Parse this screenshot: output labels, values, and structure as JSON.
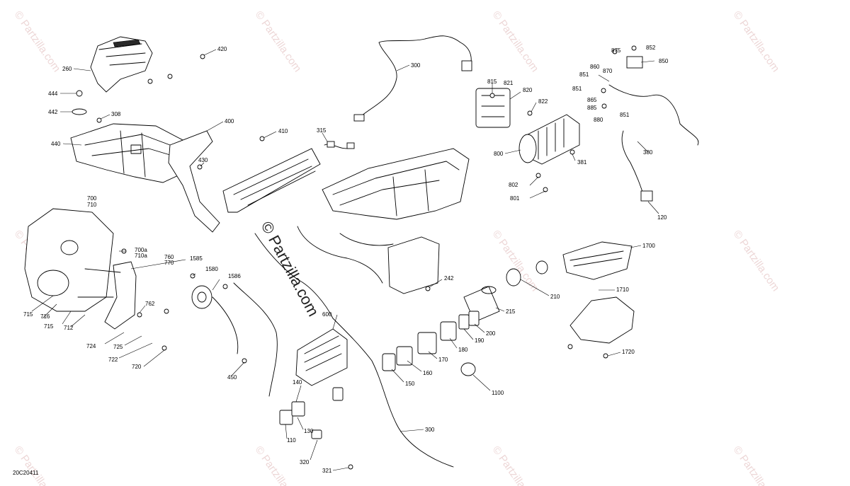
{
  "diagram": {
    "document_id": "20C20411",
    "watermark": "© Partzilla.com",
    "callouts": [
      {
        "id": "c260",
        "text": "260"
      },
      {
        "id": "c420",
        "text": "420"
      },
      {
        "id": "c444",
        "text": "444"
      },
      {
        "id": "c442",
        "text": "442"
      },
      {
        "id": "c308",
        "text": "308"
      },
      {
        "id": "c440",
        "text": "440"
      },
      {
        "id": "c400",
        "text": "400"
      },
      {
        "id": "c410",
        "text": "410"
      },
      {
        "id": "c430",
        "text": "430"
      },
      {
        "id": "c300a",
        "text": "300"
      },
      {
        "id": "c315",
        "text": "315"
      },
      {
        "id": "c815",
        "text": "815"
      },
      {
        "id": "c821",
        "text": "821"
      },
      {
        "id": "c820",
        "text": "820"
      },
      {
        "id": "c822",
        "text": "822"
      },
      {
        "id": "c800",
        "text": "800"
      },
      {
        "id": "c381",
        "text": "381"
      },
      {
        "id": "c802",
        "text": "802"
      },
      {
        "id": "c801",
        "text": "801"
      },
      {
        "id": "c875",
        "text": "875"
      },
      {
        "id": "c852",
        "text": "852"
      },
      {
        "id": "c860",
        "text": "860"
      },
      {
        "id": "c850",
        "text": "850"
      },
      {
        "id": "c851a",
        "text": "851"
      },
      {
        "id": "c870",
        "text": "870"
      },
      {
        "id": "c851b",
        "text": "851"
      },
      {
        "id": "c865",
        "text": "865"
      },
      {
        "id": "c885",
        "text": "885"
      },
      {
        "id": "c851c",
        "text": "851"
      },
      {
        "id": "c880",
        "text": "880"
      },
      {
        "id": "c380",
        "text": "380"
      },
      {
        "id": "c120",
        "text": "120"
      },
      {
        "id": "c700",
        "text": "700"
      },
      {
        "id": "c710",
        "text": "710"
      },
      {
        "id": "c700a",
        "text": "700a"
      },
      {
        "id": "c710a",
        "text": "710a"
      },
      {
        "id": "c760",
        "text": "760"
      },
      {
        "id": "c770",
        "text": "770"
      },
      {
        "id": "c1585",
        "text": "1585"
      },
      {
        "id": "c1580",
        "text": "1580"
      },
      {
        "id": "c1586",
        "text": "1586"
      },
      {
        "id": "c715a",
        "text": "715"
      },
      {
        "id": "c716",
        "text": "716"
      },
      {
        "id": "c715b",
        "text": "715"
      },
      {
        "id": "c712",
        "text": "712"
      },
      {
        "id": "c762",
        "text": "762"
      },
      {
        "id": "c724",
        "text": "724"
      },
      {
        "id": "c725",
        "text": "725"
      },
      {
        "id": "c722",
        "text": "722"
      },
      {
        "id": "c720",
        "text": "720"
      },
      {
        "id": "c600",
        "text": "600"
      },
      {
        "id": "c450",
        "text": "450"
      },
      {
        "id": "c242",
        "text": "242"
      },
      {
        "id": "c1700",
        "text": "1700"
      },
      {
        "id": "c1710",
        "text": "1710"
      },
      {
        "id": "c1720",
        "text": "1720"
      },
      {
        "id": "c210",
        "text": "210"
      },
      {
        "id": "c215",
        "text": "215"
      },
      {
        "id": "c200",
        "text": "200"
      },
      {
        "id": "c190",
        "text": "190"
      },
      {
        "id": "c180",
        "text": "180"
      },
      {
        "id": "c170",
        "text": "170"
      },
      {
        "id": "c160",
        "text": "160"
      },
      {
        "id": "c150",
        "text": "150"
      },
      {
        "id": "c1100",
        "text": "1100"
      },
      {
        "id": "c140",
        "text": "140"
      },
      {
        "id": "c130",
        "text": "130"
      },
      {
        "id": "c110",
        "text": "110"
      },
      {
        "id": "c300b",
        "text": "300"
      },
      {
        "id": "c320",
        "text": "320"
      },
      {
        "id": "c321",
        "text": "321"
      }
    ]
  }
}
